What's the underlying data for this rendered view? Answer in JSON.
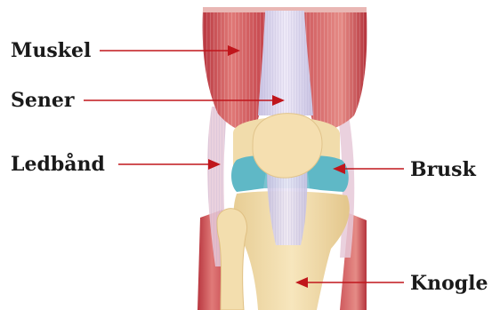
{
  "labels": {
    "muskel": "Muskel",
    "sener": "Sener",
    "ledbaand": "Ledbånd",
    "brusk": "Brusk",
    "knogle": "Knogle"
  },
  "colors": {
    "muscle": "#c9474e",
    "muscle_light": "#e68a86",
    "tendon": "#dcd6ef",
    "bone": "#f3deae",
    "bone_shadow": "#e3c68b",
    "cartilage": "#5fb8c6",
    "arrow": "#c0161c"
  }
}
